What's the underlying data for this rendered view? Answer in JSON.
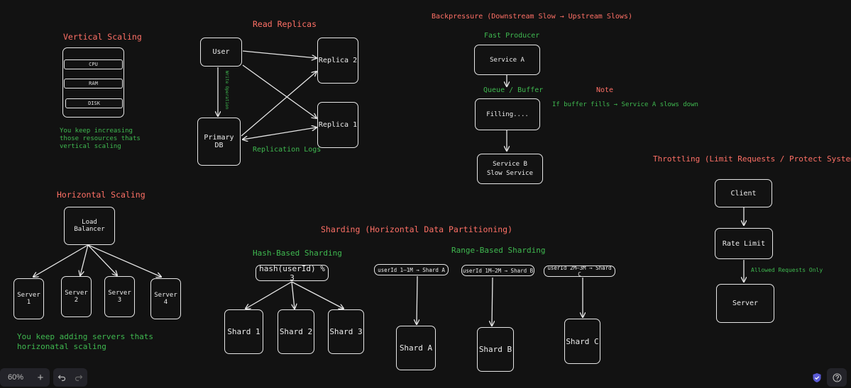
{
  "vertical": {
    "title": "Vertical Scaling",
    "cpu": "CPU",
    "ram": "RAM",
    "disk": "DISK",
    "note": "You keep increasing those resources thats vertical scaling"
  },
  "horizontal": {
    "title": "Horizontal Scaling",
    "lb": "Load Balancer",
    "servers": [
      "Server 1",
      "Server 2",
      "Server 3",
      "Server 4"
    ],
    "note": "You keep adding servers thats horizonatal scaling"
  },
  "replicas": {
    "title": "Read Replicas",
    "user": "User",
    "primary": "Primary DB",
    "replica2": "Replica 2",
    "replica1": "Replica 1",
    "write_label": "Write Operation",
    "logs_label": "Replication Logs"
  },
  "backpressure": {
    "title": "Backpressure (Downstream Slow → Upstream Slows)",
    "fast": "Fast Producer",
    "serviceA": "Service A",
    "queue_label": "Queue / Buffer",
    "filling": "Filling....",
    "serviceB_line1": "Service B",
    "serviceB_line2": "Slow Service",
    "note_title": "Note",
    "note_text": "If buffer fills → Service A slows down"
  },
  "sharding": {
    "title": "Sharding (Horizontal Data Partitioning)",
    "hash_title": "Hash-Based Sharding",
    "hash_fn": "hash(userId) % 3",
    "hash_shards": [
      "Shard 1",
      "Shard 2",
      "Shard 3"
    ],
    "range_title": "Range-Based Sharding",
    "ranges": [
      "userId 1–1M → Shard A",
      "userId 1M–2M → Shard B",
      "userId 2M–3M → Shard C"
    ],
    "range_shards": [
      "Shard A",
      "Shard B",
      "Shard C"
    ]
  },
  "throttling": {
    "title": "Throttling (Limit Requests / Protect System)",
    "client": "Client",
    "rate": "Rate Limit",
    "allowed": "Allowed Requests Only",
    "server": "Server"
  },
  "toolbar": {
    "zoom": "60%",
    "plus": "+",
    "minus": "−"
  },
  "colors": {
    "background": "#121212",
    "heading": "#ff7066",
    "note": "#3fb950",
    "stroke": "#e6e6e6"
  }
}
